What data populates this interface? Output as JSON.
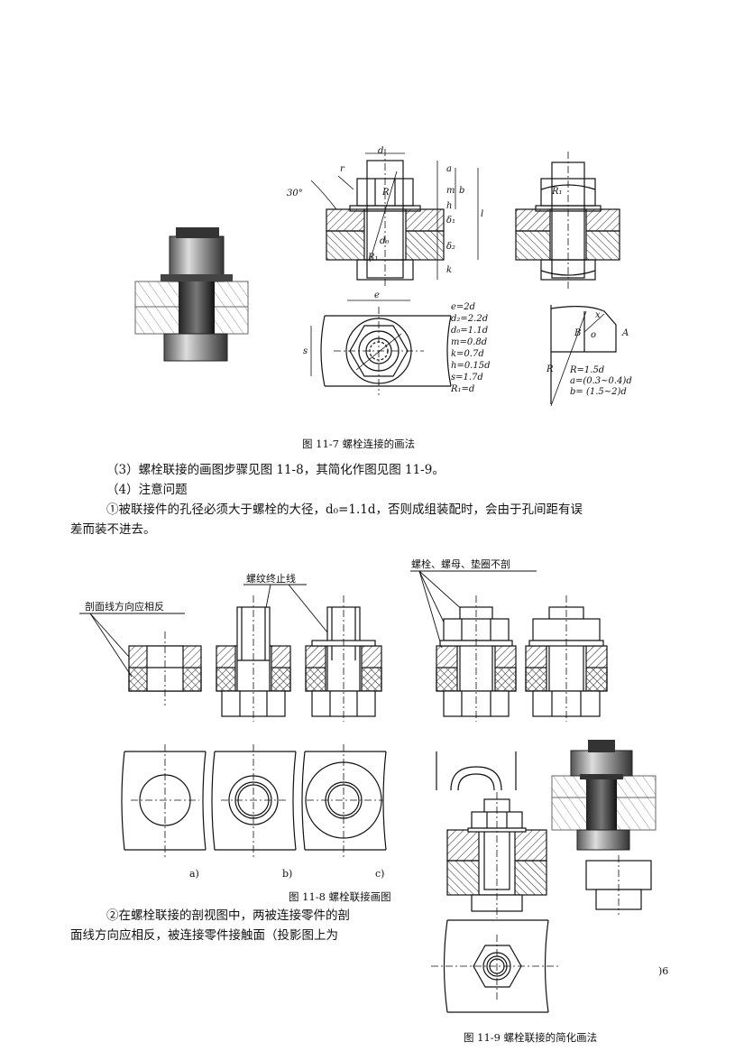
{
  "fig7": {
    "caption": "图 11-7   螺栓连接的画法",
    "dims": [
      "d",
      "r",
      "30°",
      "R",
      "d₀",
      "R₁",
      "a",
      "m",
      "h",
      "b",
      "δ₁",
      "δ₂",
      "l",
      "k",
      "e",
      "s",
      "R₁",
      "R",
      "B",
      "o",
      "A",
      "x"
    ],
    "formulas_left": [
      "e=2d",
      "d₂=2.2d",
      "d₀=1.1d",
      "m=0.8d",
      "k=0.7d",
      "h=0.15d",
      "s=1.7d",
      "R₁=d"
    ],
    "formulas_right": [
      "R=1.5d",
      "a=(0.3~0.4)d",
      "b= (1.5~2)d"
    ]
  },
  "text": {
    "step3": "（3）螺栓联接的画图步骤见图 11-8，其简化作图见图 11-9。",
    "note4": "（4）注意问题",
    "rule1_line1": "①被联接件的孔径必须大于螺栓的大径，d₀=1.1d，否则成组装配时，会由于孔间距有误",
    "rule1_line2": "差而装不进去。",
    "rule2_line1": "②在螺栓联接的剖视图中，两被连接零件的剖",
    "rule2_line2": "面线方向应相反，被连接零件接触面（投影图上为"
  },
  "fig8": {
    "callout_hatch": "剖面线方向应相反",
    "callout_thread": "螺纹终止线",
    "callout_nosection": "螺栓、螺母、垫圈不剖",
    "sub_a": "a)",
    "sub_b": "b)",
    "sub_c": "c)",
    "caption": "图 11-8   螺栓联接画图"
  },
  "fig9": {
    "caption": "图 11-9   螺栓联接的简化画法"
  },
  "page_number": ")6"
}
